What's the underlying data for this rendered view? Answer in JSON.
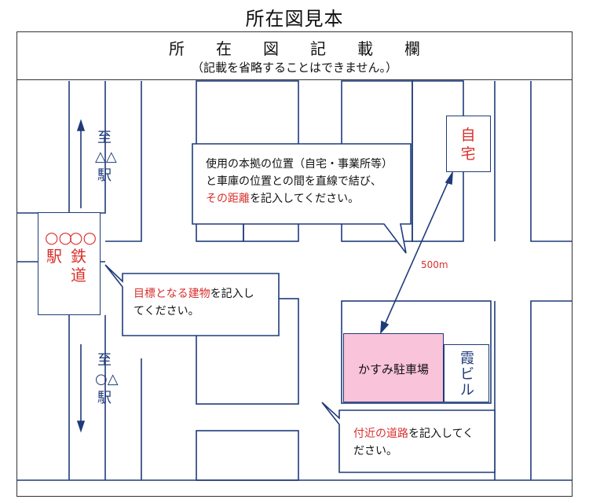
{
  "page_title": "所在図見本",
  "header": {
    "title": "所　　在　　図　　記　　載　　欄",
    "subtitle": "（記載を省略することはできません。）"
  },
  "map": {
    "direction_north": "至△△駅",
    "direction_south": "至○△駅",
    "station_name": "○○駅",
    "railway_name": "○○鉄道",
    "home_label": "自宅",
    "parking_label": "かすみ駐車場",
    "building_label": "霞ビル",
    "distance_label": "500m"
  },
  "callouts": {
    "position": {
      "line1": "使用の本拠の位置（自宅・事業所等）",
      "line2": "と車庫の位置との間を直線で結び、",
      "highlight": "その距離",
      "line3_rest": "を記入してください。"
    },
    "landmark": {
      "highlight": "目標となる建物",
      "line1_rest": "を記入し",
      "line2": "てください。"
    },
    "road": {
      "highlight": "付近の道路",
      "line1_rest": "を記入してく",
      "line2": "ださい。"
    }
  },
  "colors": {
    "road_outline": "#1f3b7a",
    "emphasis_red": "#d9302c",
    "parking_fill": "#f9c3da"
  }
}
